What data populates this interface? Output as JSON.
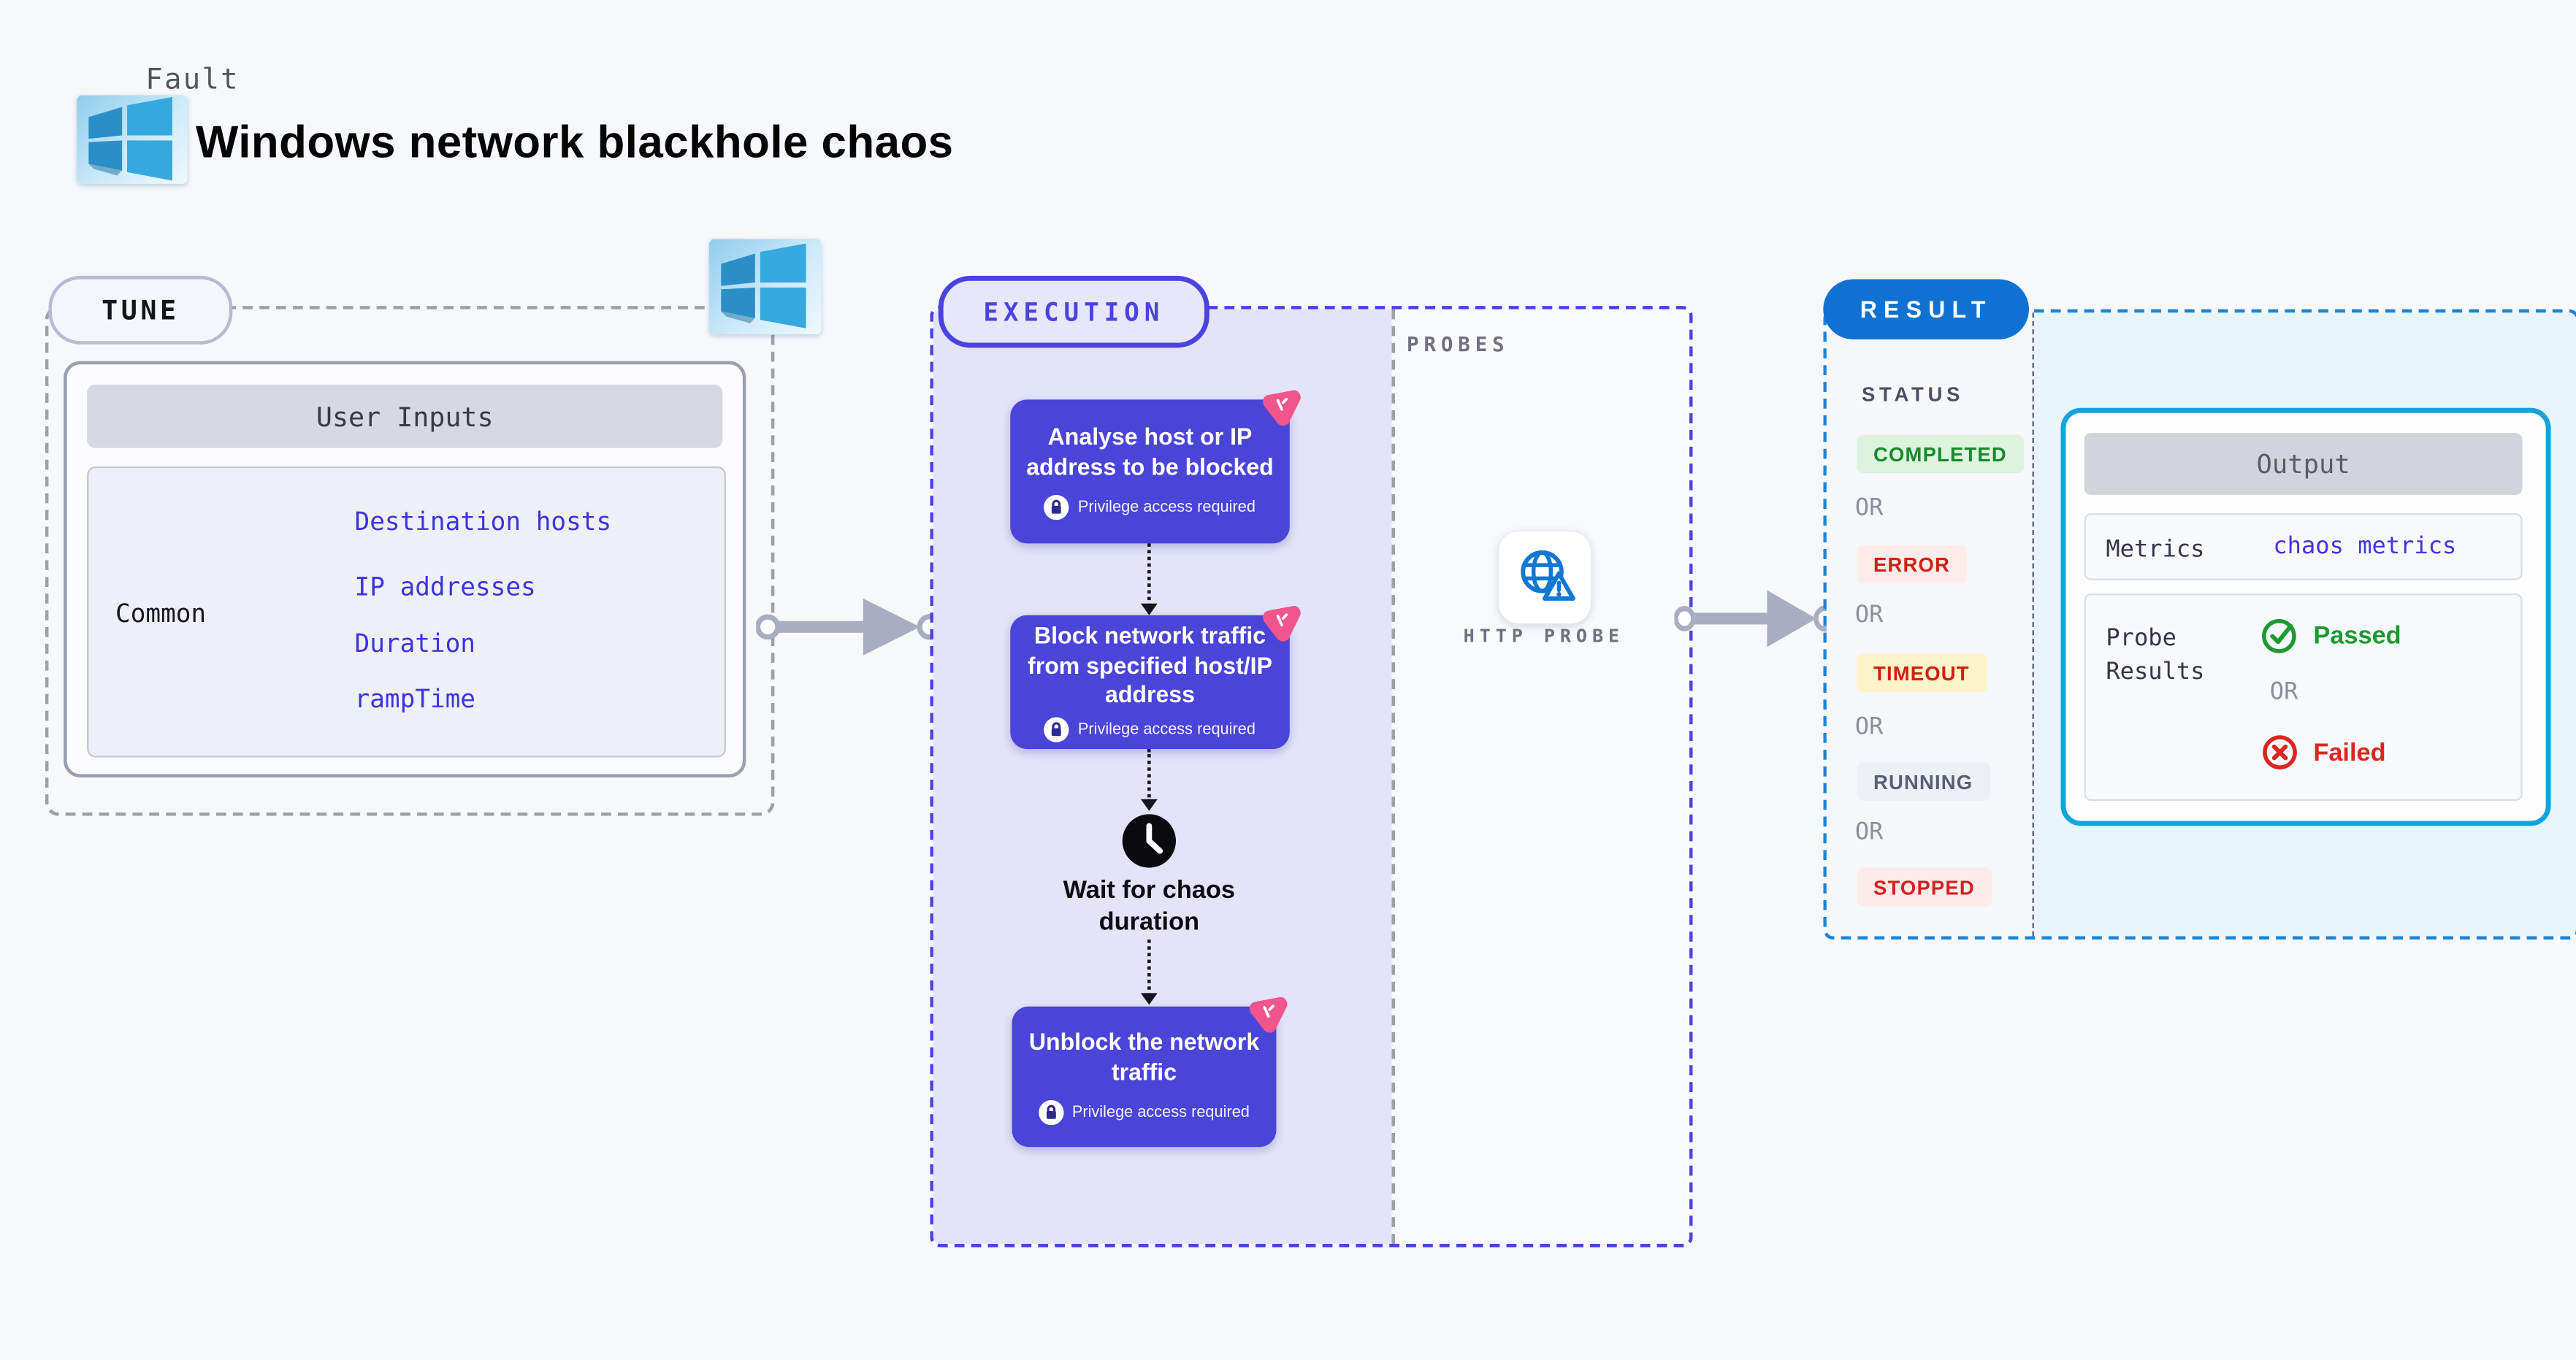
{
  "header": {
    "eyebrow": "Fault",
    "title": "Windows network blackhole chaos"
  },
  "tune": {
    "label": "TUNE",
    "table": {
      "header": "User Inputs",
      "row_label": "Common",
      "items": [
        "Destination hosts",
        "IP addresses",
        "Duration",
        "rampTime"
      ]
    }
  },
  "execution": {
    "label": "EXECUTION",
    "nodes": [
      {
        "title": "Analyse host or IP address to be blocked",
        "note": "Privilege access required"
      },
      {
        "title": "Block network traffic from specified host/IP address",
        "note": "Privilege access required"
      },
      {
        "title": "Wait for chaos duration"
      },
      {
        "title": "Unblock the network traffic",
        "note": "Privilege access required"
      }
    ]
  },
  "probes": {
    "label": "PROBES",
    "probe_name": "HTTP PROBE"
  },
  "result": {
    "label": "RESULT",
    "status_label": "STATUS",
    "or": "OR",
    "statuses": [
      {
        "text": "COMPLETED"
      },
      {
        "text": "ERROR"
      },
      {
        "text": "TIMEOUT"
      },
      {
        "text": "RUNNING"
      },
      {
        "text": "STOPPED"
      }
    ],
    "output": {
      "header": "Output",
      "metrics_label": "Metrics",
      "metrics_value": "chaos metrics",
      "probe_results_label": "Probe Results",
      "passed": "Passed",
      "or": "OR",
      "failed": "Failed"
    }
  },
  "icons": {
    "windows-logo-icon": "four skewed blue window panes",
    "chaos-badge-icon": "pink rounded triangle litmus chaos mark",
    "lock-icon": "white circle with dark padlock",
    "clock-icon": "black circle clock",
    "globe-warning-icon": "blue globe with warning triangle",
    "check-circle-icon": "green circled check",
    "x-circle-icon": "red circled x"
  },
  "colors": {
    "page_bg": "#f7f8fc",
    "indigo_accent": "#4b43e0",
    "node_indigo": "#4a44d8",
    "lavender_fill": "#e3e3fa",
    "pink_badge": "#f2548c",
    "result_blue": "#0f72d2",
    "result_dash": "#1a84d8",
    "cyan_border": "#15a3da",
    "cyan_fill": "#e7f5fb",
    "green": "#188a2b",
    "red": "#cf2014",
    "yellow_bg": "#fdf3c8",
    "link_indigo": "#4334e0",
    "gray_dash": "#9aa1ab"
  }
}
